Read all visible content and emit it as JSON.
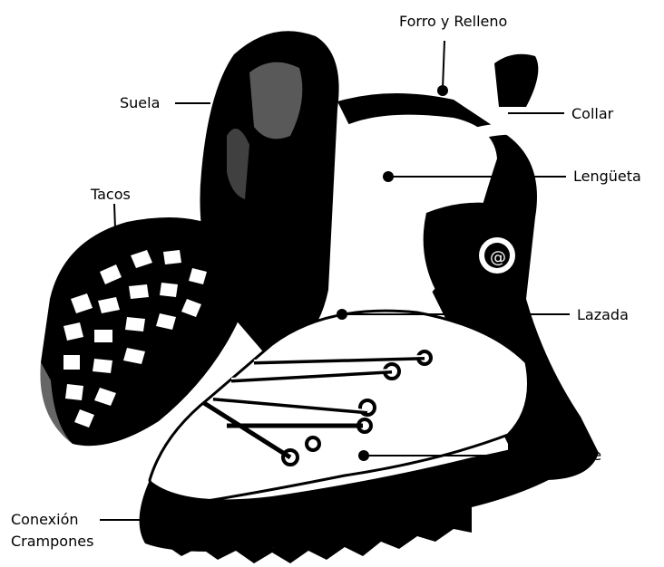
{
  "diagram": {
    "labels": {
      "forro": "Forro y Relleno",
      "suela": "Suela",
      "collar": "Collar",
      "lengueta": "Lengüeta",
      "tacos": "Tacos",
      "lazada": "Lazada",
      "empeine": "Empeine",
      "conexion_line1": "Conexión",
      "conexion_line2": "Crampones"
    },
    "colors": {
      "ink": "#000000",
      "paper": "#ffffff"
    }
  }
}
